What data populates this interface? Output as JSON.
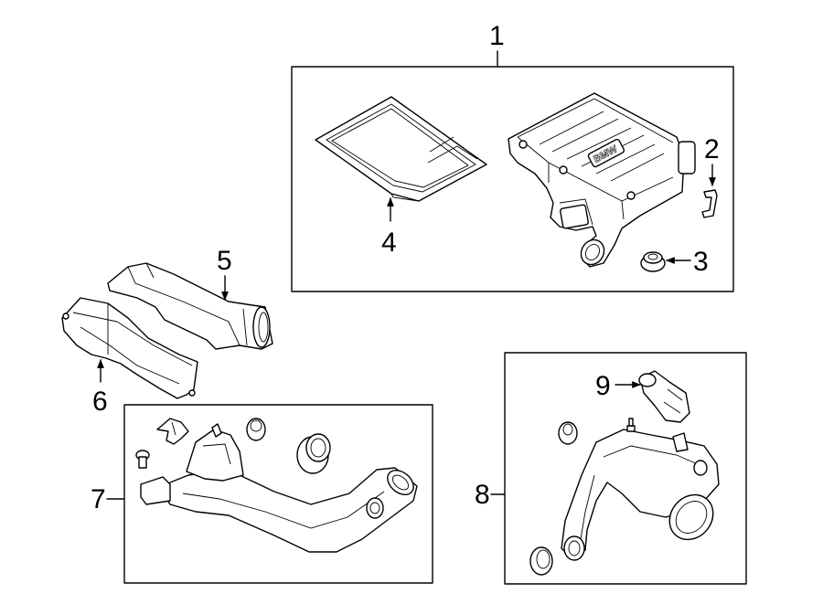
{
  "callouts": {
    "c1": "1",
    "c2": "2",
    "c3": "3",
    "c4": "4",
    "c5": "5",
    "c6": "6",
    "c7": "7",
    "c8": "8",
    "c9": "9"
  },
  "brand_text": "BMW"
}
